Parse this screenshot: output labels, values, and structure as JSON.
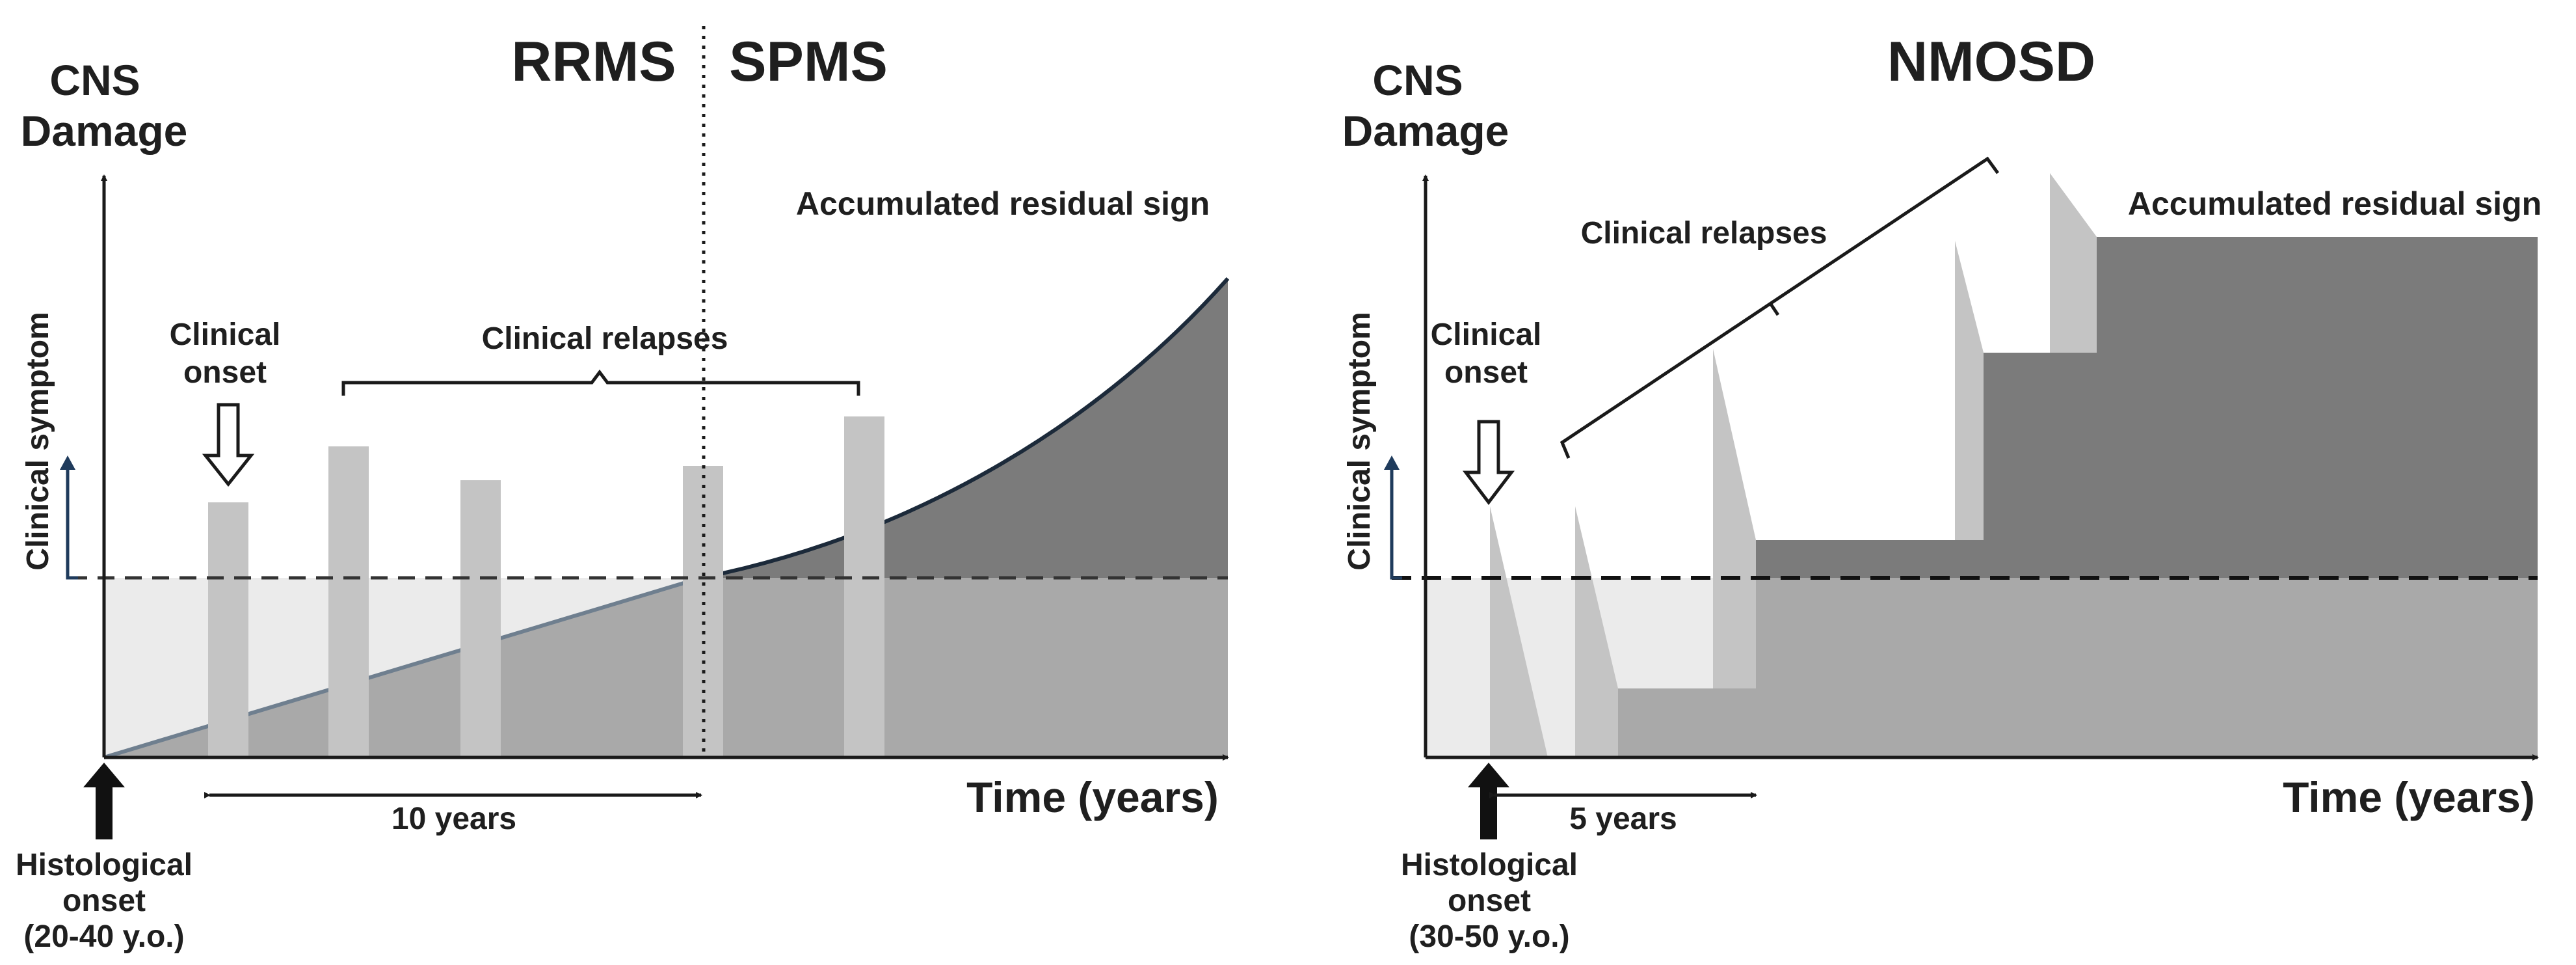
{
  "panels": [
    {
      "id": "ms",
      "y_axis_label": [
        "CNS",
        "Damage"
      ],
      "symptom_axis_label": "Clinical symptom",
      "phase_left": "RRMS",
      "phase_right": "SPMS",
      "residual_label": "Accumulated residual sign",
      "onset_label": [
        "Clinical",
        "onset"
      ],
      "relapses_label": "Clinical relapses",
      "x_axis_label": "Time (years)",
      "interval_label": "10 years",
      "histological_label": [
        "Histological",
        "onset",
        "(20-40 y.o.)"
      ]
    },
    {
      "id": "nmosd",
      "y_axis_label": [
        "CNS",
        "Damage"
      ],
      "symptom_axis_label": "Clinical symptom",
      "title": "NMOSD",
      "residual_label": "Accumulated residual sign",
      "onset_label": [
        "Clinical",
        "onset"
      ],
      "relapses_label": "Clinical relapses",
      "x_axis_label": "Time (years)",
      "interval_label": "5 years",
      "histological_label": [
        "Histological",
        "onset",
        "(30-50 y.o.)"
      ]
    }
  ],
  "colors": {
    "threshold_fill": "#ebebeb",
    "progression_fill": "#a9a9a9",
    "residual_fill": "#7b7b7b",
    "relapse_bar": "#c4c4c4",
    "axis": "#1a1a1a",
    "curve": "#1c2a3a",
    "symptom_arrow": "#1f3b5c"
  }
}
